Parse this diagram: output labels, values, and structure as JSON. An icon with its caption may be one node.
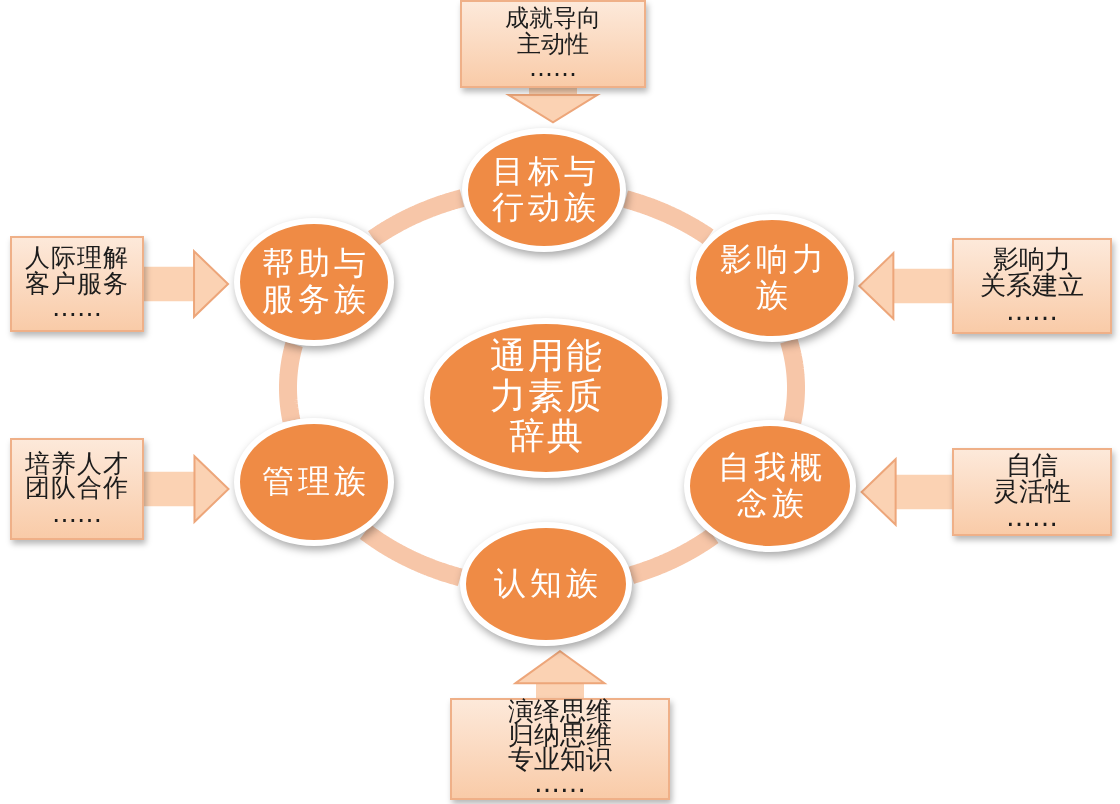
{
  "diagram": {
    "nodes": [
      {
        "text": [
          "成就导向",
          "主动性",
          "……"
        ]
      },
      {
        "text": [
          "目标与行动族"
        ]
      },
      {
        "text": [
          "人际理解",
          "客户服务",
          "……"
        ]
      },
      {
        "text": [
          "帮助与服务族"
        ]
      },
      {
        "text": [
          "影响力族"
        ]
      },
      {
        "text": [
          "影响力",
          "关系建立",
          "……"
        ]
      },
      {
        "text": [
          "通用能力素质辞典"
        ]
      },
      {
        "text": [
          "培养人才",
          "团队合作",
          "……"
        ]
      },
      {
        "text": [
          "管理族"
        ]
      },
      {
        "text": [
          "自我概念族"
        ]
      },
      {
        "text": [
          "自信",
          "灵活性",
          "……"
        ]
      },
      {
        "text": [
          "认知族"
        ]
      },
      {
        "text": [
          "演绎思维",
          "归纳思维",
          "专业知识",
          "……"
        ]
      }
    ],
    "edges": [
      {
        "from": 0,
        "to": 1,
        "arrow": "to",
        "style": "thick"
      },
      {
        "from": 2,
        "to": 3,
        "arrow": "to",
        "style": "thick"
      },
      {
        "from": 5,
        "to": 4,
        "arrow": "to",
        "style": "thick"
      },
      {
        "from": 7,
        "to": 8,
        "arrow": "to",
        "style": "thick"
      },
      {
        "from": 10,
        "to": 9,
        "arrow": "to",
        "style": "thick"
      },
      {
        "from": 12,
        "to": 11,
        "arrow": "to",
        "style": "thick"
      },
      {
        "from": 1,
        "to": 4,
        "arrow": "none",
        "color": "#f7c6a8"
      },
      {
        "from": 4,
        "to": 9,
        "arrow": "none",
        "color": "#f7c6a8"
      },
      {
        "from": 9,
        "to": 11,
        "arrow": "none",
        "color": "#f7c6a8"
      },
      {
        "from": 11,
        "to": 8,
        "arrow": "none",
        "color": "#f7c6a8"
      },
      {
        "from": 8,
        "to": 3,
        "arrow": "none",
        "color": "#f7c6a8"
      },
      {
        "from": 3,
        "to": 1,
        "arrow": "none",
        "color": "#f7c6a8"
      }
    ]
  }
}
